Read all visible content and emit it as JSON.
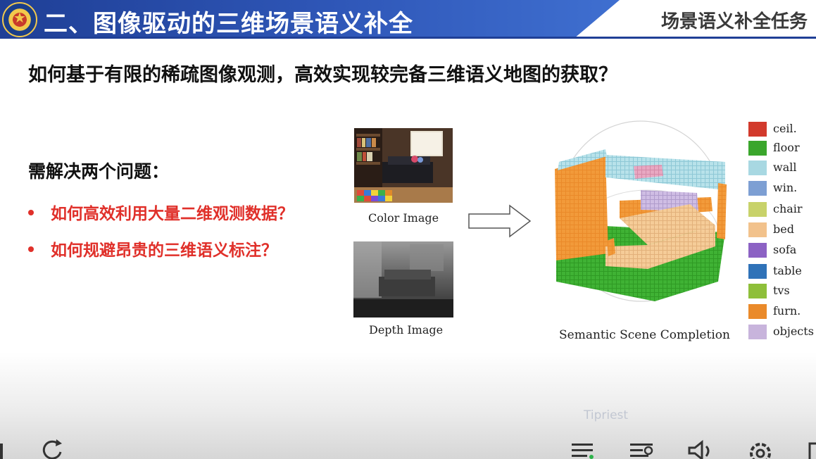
{
  "header": {
    "title": "二、图像驱动的三维场景语义补全",
    "right_title": "场景语义补全任务",
    "logo": "university-emblem"
  },
  "question": "如何基于有限的稀疏图像观测，高效实现较完备三维语义地图的获取？",
  "problems": {
    "heading": "需解决两个问题：",
    "items": [
      "如何高效利用大量二维观测数据？",
      "如何规避昂贵的三维语义标注？"
    ]
  },
  "figure": {
    "color_caption": "Color Image",
    "depth_caption": "Depth Image",
    "result_caption": "Semantic Scene Completion",
    "legend": [
      {
        "label": "ceil.",
        "color": "#d23a2c"
      },
      {
        "label": "floor",
        "color": "#3aa62c"
      },
      {
        "label": "wall",
        "color": "#a8d8e2"
      },
      {
        "label": "win.",
        "color": "#7d9fd3"
      },
      {
        "label": "chair",
        "color": "#c8d26a"
      },
      {
        "label": "bed",
        "color": "#f2c28c"
      },
      {
        "label": "sofa",
        "color": "#8c62c4"
      },
      {
        "label": "table",
        "color": "#2f72b8"
      },
      {
        "label": "tvs",
        "color": "#8ebf3a"
      },
      {
        "label": "furn.",
        "color": "#ea8a2a"
      },
      {
        "label": "objects",
        "color": "#c8b4dc"
      }
    ]
  },
  "player": {
    "watermark": "Tipriest",
    "controls": [
      "progress-marker-icon",
      "replay-icon",
      "playlist-icon",
      "subtitles-icon",
      "volume-icon",
      "settings-icon",
      "fullscreen-icon"
    ]
  }
}
